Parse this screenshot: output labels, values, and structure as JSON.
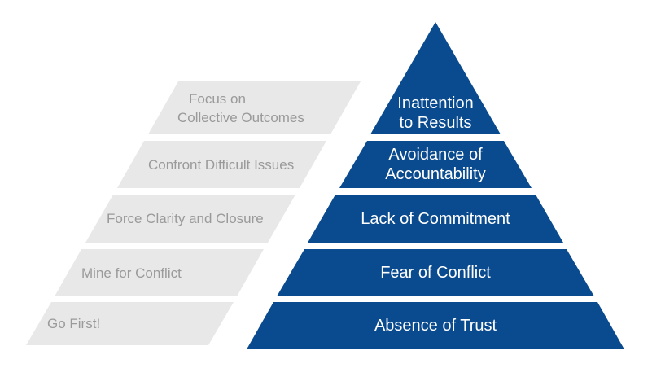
{
  "pyramid": {
    "tiers": [
      {
        "dysfunction": "Absence of Trust",
        "behavior": "Go First!"
      },
      {
        "dysfunction": "Fear of Conflict",
        "behavior": "Mine for Conflict"
      },
      {
        "dysfunction": "Lack of Commitment",
        "behavior": "Force Clarity and Closure"
      },
      {
        "dysfunction": "Avoidance of\nAccountability",
        "behavior": "Confront Difficult Issues"
      },
      {
        "dysfunction": "Inattention\nto Results",
        "behavior": "Focus on\nCollective Outcomes"
      }
    ]
  },
  "colors": {
    "pyramid_blue": "#0a4a8e",
    "pyramid_text": "#ffffff",
    "behavior_gray": "#e8e8e8",
    "behavior_text": "#9a9a9a",
    "background": "#ffffff"
  }
}
